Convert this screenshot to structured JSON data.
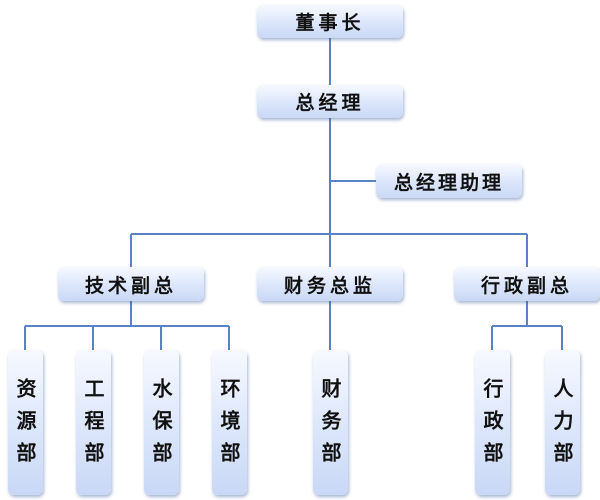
{
  "org": {
    "chairman": "董事长",
    "general_manager": "总经理",
    "assistant_gm": "总经理助理",
    "vp_tech": "技术副总",
    "finance_director": "财务总监",
    "vp_admin": "行政副总",
    "tech_departments": [
      "资源部",
      "工程部",
      "水保部",
      "环境部"
    ],
    "finance_departments": [
      "财务部"
    ],
    "admin_departments": [
      "行政部",
      "人力部"
    ]
  },
  "colors": {
    "connector": "#5a82c8",
    "box_top": "#f7f9ff",
    "box_bottom": "#c9d8f5",
    "text": "#111111"
  }
}
